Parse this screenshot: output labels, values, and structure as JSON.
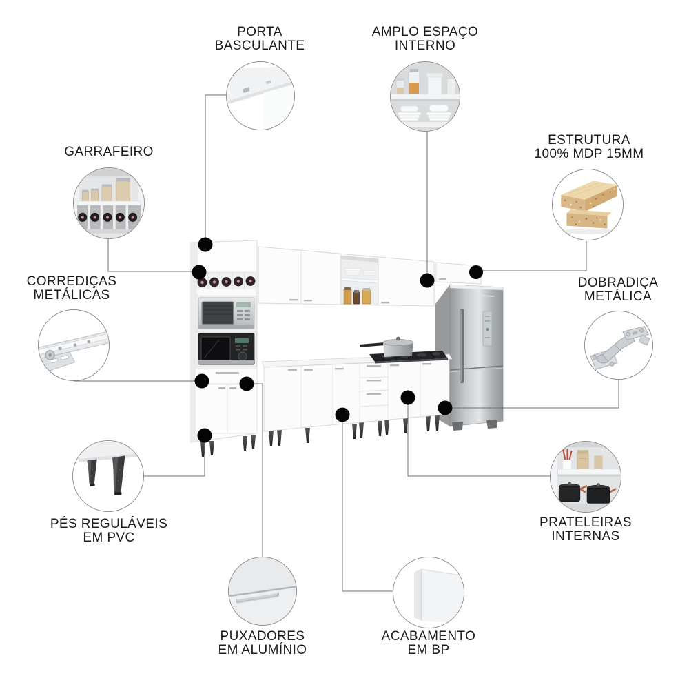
{
  "callouts": {
    "porta": {
      "line1": "PORTA",
      "line2": "BASCULANTE"
    },
    "amplo": {
      "line1": "AMPLO ESPAÇO",
      "line2": "INTERNO"
    },
    "estrutura": {
      "line1": "ESTRUTURA",
      "line2": "100% MDP 15MM"
    },
    "garrafeiro": {
      "line1": "GARRAFEIRO",
      "line2": ""
    },
    "corredicas": {
      "line1": "CORREDIÇAS",
      "line2": "METÁLICAS"
    },
    "dobradica": {
      "line1": "DOBRADIÇA",
      "line2": "METÁLICA"
    },
    "pes": {
      "line1": "PÉS REGULÁVEIS",
      "line2": "EM PVC"
    },
    "prateleiras": {
      "line1": "PRATELEIRAS",
      "line2": "INTERNAS"
    },
    "puxadores": {
      "line1": "PUXADORES",
      "line2": "EM ALUMÍNIO"
    },
    "acabamento": {
      "line1": "ACABAMENTO",
      "line2": "EM BP"
    }
  },
  "colors": {
    "text": "#1c1c1c",
    "connector_line": "#6f6f6f",
    "dot": "#050505",
    "bubble_border": "#8a8a8a",
    "cabinet_white": "#fcfcfd",
    "steel": "#c8cbcd",
    "mdp_wood": "#d8b888"
  }
}
